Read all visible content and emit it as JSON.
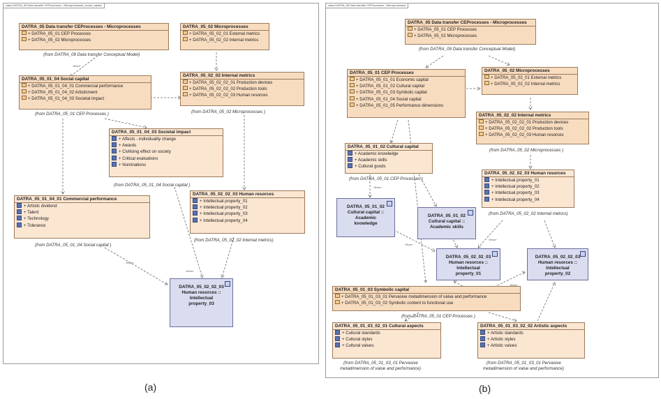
{
  "panel_a": {
    "tab": "class DATRA_05 Data transfer CEProcesses - Microprocesses_social_capital",
    "caption": "(a)",
    "pkg_transfer": {
      "title": "DATRA_05 Data transfer CEProcesses - Microprocesses",
      "items": [
        "+ DATRA_05_01 CEP Processes",
        "+ DATRA_05_02 Microprocesses"
      ],
      "from": "(from DATRA_09 Data transfer Conceptual Model)"
    },
    "pkg_micro": {
      "title": "DATRA_05_02 Microprocesses",
      "items": [
        "+ DATRA_05_02_01 External metrics",
        "+ DATRA_05_02_02 Internal metrics"
      ]
    },
    "pkg_social": {
      "title": "DATRA_05_01_04 Social capital",
      "items": [
        "+ DATRA_05_01_04_01 Commercial performance",
        "+ DATRA_05_01_04_02 Artisticment",
        "+ DATRA_05_01_04_03 Societal impact"
      ],
      "from": "(from DATRA_05_01 CEP Processes )"
    },
    "pkg_internal": {
      "title": "DATRA_05_02_02 Internal metrics",
      "items": [
        "+ DATRA_05_02_02_01 Production devices",
        "+ DATRA_05_02_02_02 Production tools",
        "+ DATRA_05_02_02_03 Human resorces"
      ],
      "from": "(from DATRA_05_02 Microprocesses )"
    },
    "cls_societal": {
      "title": "DATRA_05_01_04_03 Societal impact",
      "items": [
        "+ Affects - individuality change",
        "+ Awards",
        "+ Civilising effect on society",
        "+ Critical evaluations",
        "+ Nominations"
      ],
      "from": "(from DATRA_05_01_04 Social capital )"
    },
    "cls_commercial": {
      "title": "DATRA_05_01_04_01 Commercial performance",
      "items": [
        "+ Artistic dividend",
        "+ Talent",
        "+ Technology",
        "+ Tolerance"
      ],
      "from": "(from DATRA_05_01_04 Social capital )"
    },
    "cls_human": {
      "title": "DATRA_05_02_02_03 Human resorces",
      "items": [
        "+ Intellectual property_01",
        "+ Intellectual property_02",
        "+ Intellectual property_03",
        "+ Intellectual property_04"
      ],
      "from": "(from DATRA_05_02_02 Internal metrics)"
    },
    "inst_ip03": {
      "name": "DATRA_05_02_02_03",
      "role": "Human resorces ::",
      "value": "Intellectual",
      "value2": "property_03"
    },
    "stereo": "«flow»"
  },
  "panel_b": {
    "tab": "class DATRA_05 Data transfer CEProcesses - Microprocesses",
    "caption": "(b)",
    "pkg_transfer": {
      "title": "DATRA_05 Data transfer CEProcesses - Microprocesses",
      "items": [
        "+ DATRA_05_01 CEP Processes",
        "+ DATRA_05_02 Microprocesses"
      ],
      "from": "(from DATRA_09 Data transfer Conceptual Model)"
    },
    "pkg_cep": {
      "title": "DATRA_05_01 CEP Processes",
      "items": [
        "+ DATRA_05_01_01 Economic capital",
        "+ DATRA_05_01_02 Cultural capital",
        "+ DATRA_05_01_03 Symbolic capital",
        "+ DATRA_05_01_04 Social capital",
        "+ DATRA_05_01_05 Performance dimensions"
      ]
    },
    "pkg_micro": {
      "title": "DATRA_05_02 Microprocesses",
      "items": [
        "+ DATRA_05_02_01 External metrics",
        "+ DATRA_05_02_02 Internal metrics"
      ]
    },
    "pkg_internal": {
      "title": "DATRA_05_02_02 Internal metrics",
      "items": [
        "+ DATRA_05_02_02_01 Production devices",
        "+ DATRA_05_02_02_02 Production tools",
        "+ DATRA_05_02_02_03 Human resorces"
      ],
      "from": "(from DATRA_05_02 Microprocesses )"
    },
    "cls_cultural": {
      "title": "DATRA_05_01_02 Cultural capital",
      "items": [
        "+ Academic knowledge",
        "+ Academic skills",
        "+ Cultural goods"
      ],
      "from": "(from DATRA_05_01 CEP Processes )"
    },
    "cls_human": {
      "title": "DATRA_05_02_02_03 Human resorces",
      "items": [
        "+ Intellectual property_01",
        "+ Intellectual property_02",
        "+ Intellectual property_03",
        "+ Intellectual property_04"
      ],
      "from": "(from DATRA_05_02_02 Internal metrics)"
    },
    "inst_ak": {
      "name": "DATRA_05_01_02",
      "role": "Cultural capital ::",
      "value": "Academic",
      "value2": "knowledge"
    },
    "inst_as": {
      "name": "DATRA_05_01_02",
      "role": "Cultural capital ::",
      "value": "Academic skills",
      "value2": ""
    },
    "inst_ip01": {
      "name": "DATRA_05_02_02_03",
      "role": "Human resorces ::",
      "value": "Intellectual",
      "value2": "property_01"
    },
    "inst_ip02": {
      "name": "DATRA_05_02_02_03",
      "role": "Human resorces ::",
      "value": "Intellectual",
      "value2": "property_02"
    },
    "pkg_symbolic": {
      "title": "DATRA_05_01_03 Symbolic capital",
      "items": [
        "+ DATRA_05_01_03_01 Pervasive metadimension of value and performance",
        "+ DATRA_05_01_03_02 Symbolic content to functional use"
      ],
      "from": "(from DATRA_05_01 CEP Processes )"
    },
    "cls_cultural_aspects": {
      "title": "DATRA_05_01_03_02_01 Cultural aspects",
      "items": [
        "+ Cultural standards",
        "+ Cultural styles",
        "+ Cultural values"
      ],
      "from": "(from DATRA_05_01_03_01 Pervasive",
      "from2": "metadimension of value and performance)"
    },
    "cls_artistic_aspects": {
      "title": "DATRA_05_01_03_02_02 Artistic aspects",
      "items": [
        "+ Artistic standards",
        "+ Artistic styles",
        "+ Artistic values"
      ],
      "from": "(from DATRA_05_01_03_01 Pervasive",
      "from2": "metadimension of value and performance)"
    },
    "stereo": "«flow»"
  }
}
